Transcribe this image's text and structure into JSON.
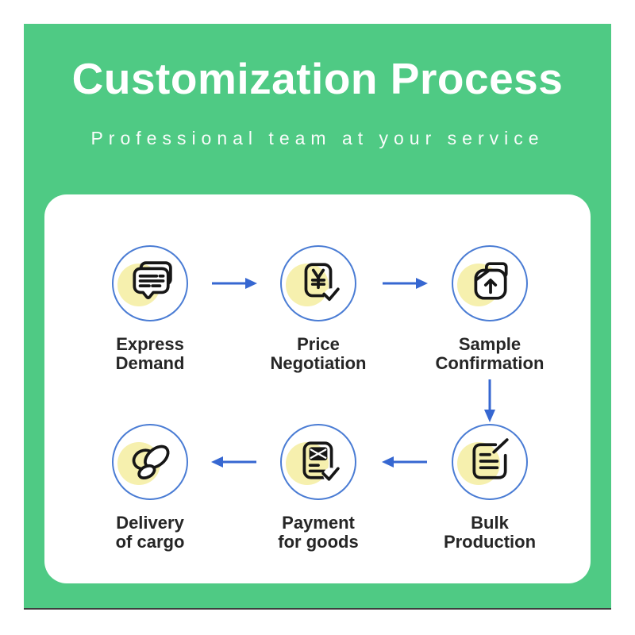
{
  "header": {
    "title": "Customization Process",
    "subtitle": "Professional team at your service"
  },
  "steps": [
    {
      "line1": "Express",
      "line2": "Demand",
      "icon": "chat-bubbles-icon"
    },
    {
      "line1": "Price",
      "line2": "Negotiation",
      "icon": "yuan-document-icon"
    },
    {
      "line1": "Sample",
      "line2": "Confirmation",
      "icon": "folder-upload-icon"
    },
    {
      "line1": "Bulk",
      "line2": "Production",
      "icon": "document-edit-icon"
    },
    {
      "line1": "Payment",
      "line2": "for goods",
      "icon": "invoice-check-icon"
    },
    {
      "line1": "Delivery",
      "line2": "of cargo",
      "icon": "pills-package-icon"
    }
  ],
  "flow": [
    "Express Demand → Price Negotiation",
    "Price Negotiation → Sample Confirmation",
    "Sample Confirmation → Bulk Production",
    "Bulk Production → Payment for goods",
    "Payment for goods → Delivery of cargo"
  ],
  "colors": {
    "background": "#ffffff",
    "panel-green": "#4fca84",
    "card-white": "#ffffff",
    "title-white": "#ffffff",
    "circle-blue": "#4a7cd4",
    "arrow-blue": "#3667d1",
    "highlight-yellow": "#f6f0ae",
    "icon-black": "#161616",
    "label-dark": "#262626",
    "footer-line": "#3e3e3e"
  }
}
